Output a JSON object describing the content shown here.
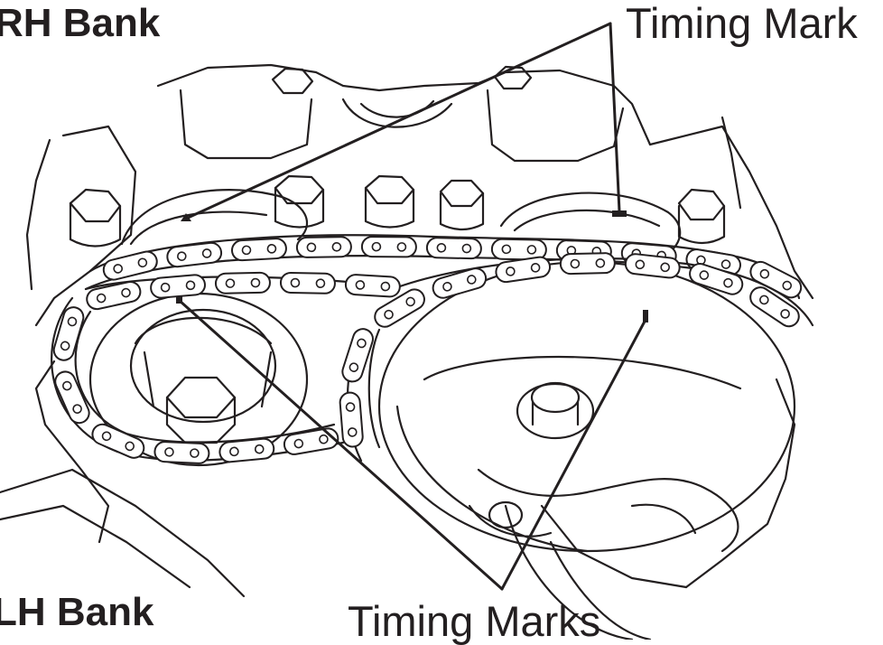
{
  "labels": {
    "rh_bank": "RH Bank",
    "lh_bank": "LH Bank",
    "timing_mark": "Timing Mark",
    "timing_marks": "Timing Marks"
  },
  "colors": {
    "ink": "#231f20",
    "background": "#ffffff"
  }
}
